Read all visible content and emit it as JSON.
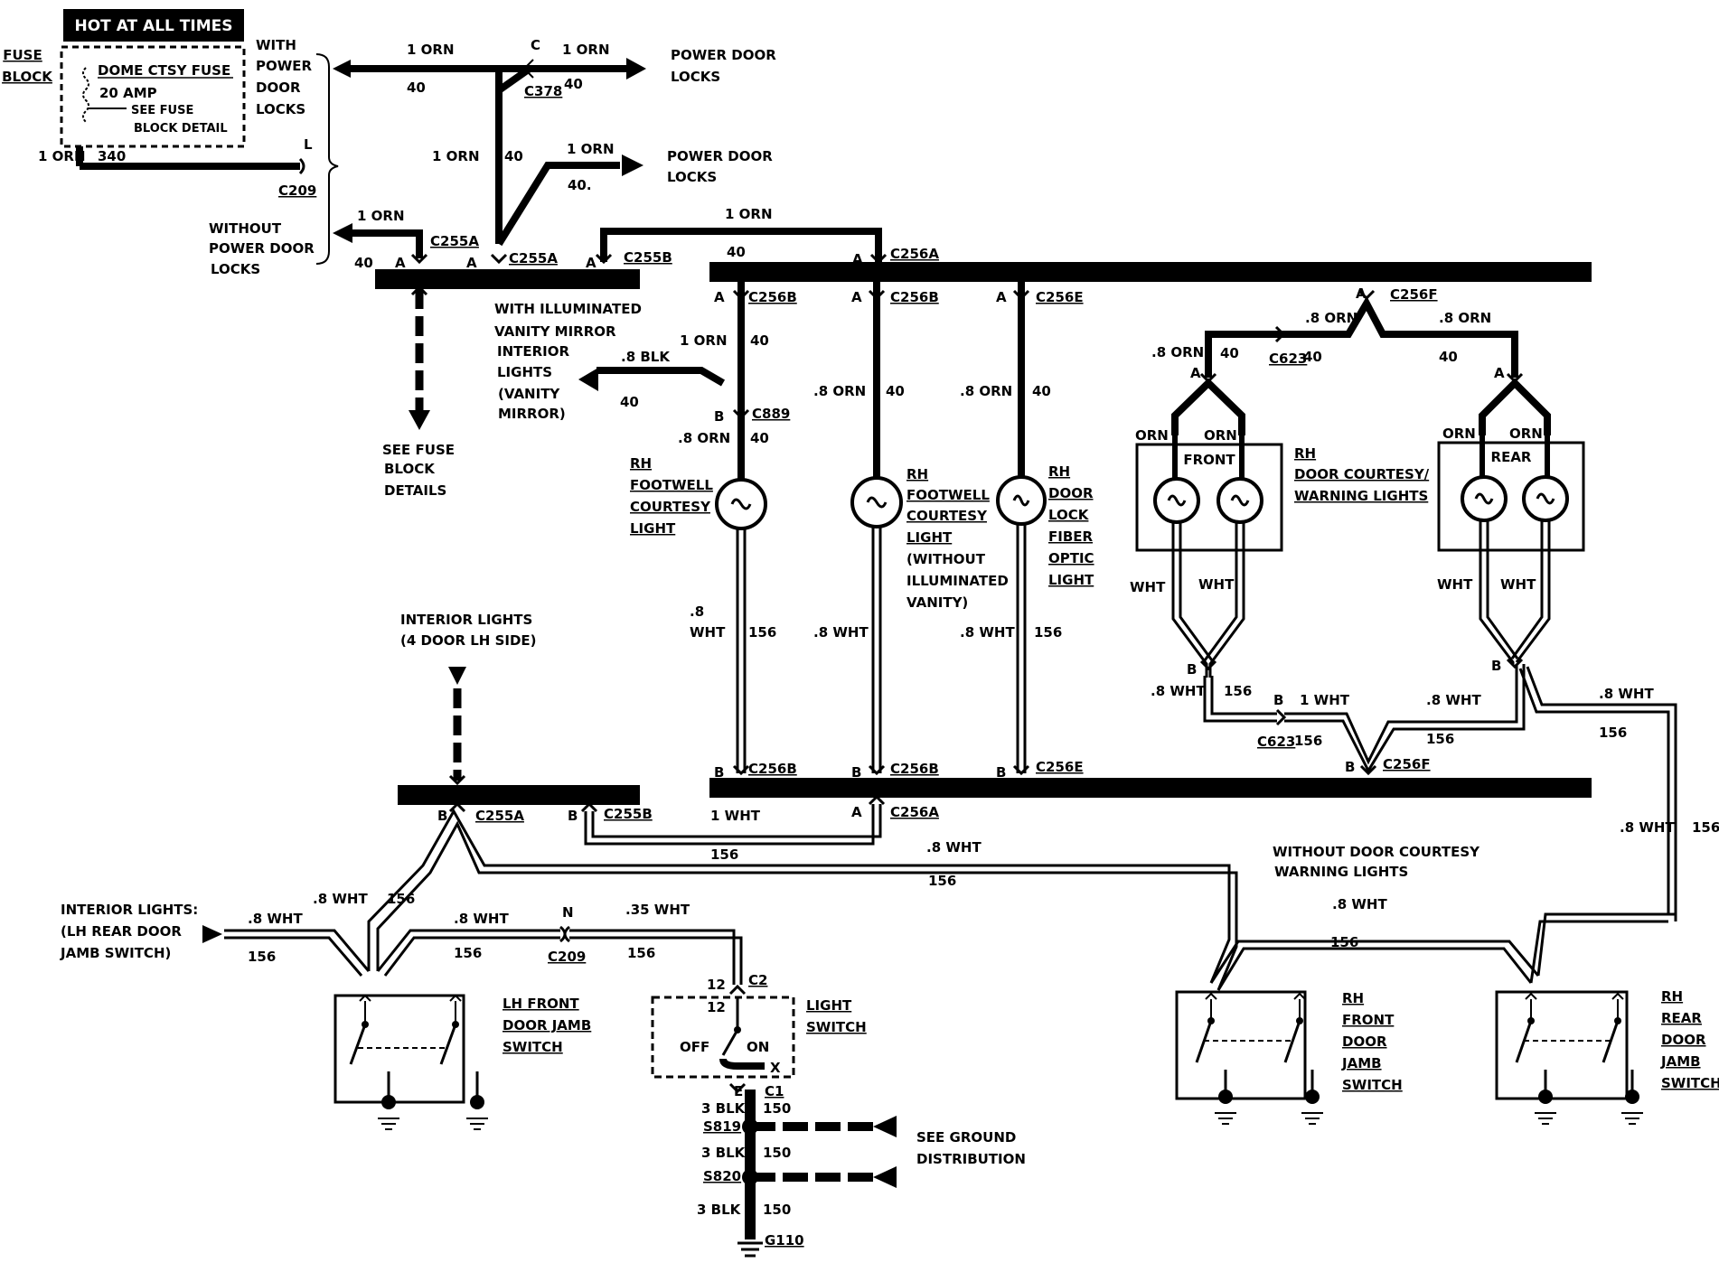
{
  "header": {
    "hot": "HOT AT ALL TIMES"
  },
  "fuse": {
    "fuse_l1": "FUSE",
    "fuse_l2": "BLOCK",
    "name": "DOME CTSY FUSE",
    "amp": "20 AMP",
    "see1": "SEE FUSE",
    "see2": "BLOCK DETAIL",
    "wire": "1 ORN",
    "circuit": "340",
    "with1": "WITH",
    "with2": "POWER",
    "with3": "DOOR",
    "with4": "LOCKS",
    "without1": "WITHOUT",
    "without2": "POWER DOOR",
    "without3": "LOCKS",
    "l": "L",
    "c209": "C209"
  },
  "top": {
    "w1": "1 ORN",
    "n1": "40",
    "c": "C",
    "c378": "C378",
    "w2": "1 ORN",
    "n2": "40",
    "pdl1a": "POWER DOOR",
    "pdl1b": "LOCKS",
    "w3": "1 ORN",
    "n3": "40",
    "w4": "1 ORN",
    "n4": "40.",
    "pdl2a": "POWER DOOR",
    "pdl2b": "LOCKS",
    "w5": "1 ORN",
    "n5": "40",
    "w6": "1 ORN",
    "n6": "40",
    "c255a": "C255A",
    "c255b": "C255B",
    "c256a": "C256A",
    "a": "A"
  },
  "vanity": {
    "l1": "WITH ILLUMINATED",
    "l2": "VANITY MIRROR",
    "l3": "INTERIOR",
    "l4": "LIGHTS",
    "l5": "(VANITY",
    "l6": "MIRROR)",
    "w": ".8 BLK",
    "n": "40",
    "seefuse1": "SEE FUSE",
    "seefuse2": "BLOCK",
    "seefuse3": "DETAILS"
  },
  "lights": {
    "c256b": "C256B",
    "c256e": "C256E",
    "c256f": "C256F",
    "c889": "C889",
    "c623": "C623",
    "w_1orn": "1 ORN",
    "w_8orn": ".8 ORN",
    "w_8wht": ".8 WHT",
    "w_8": ".8",
    "w_wht": "WHT",
    "w_1wht": "1 WHT",
    "n40": "40",
    "n156": "156",
    "b": "B",
    "fw1": [
      "RH",
      "FOOTWELL",
      "COURTESY",
      "LIGHT"
    ],
    "fw2": [
      "RH",
      "FOOTWELL",
      "COURTESY",
      "LIGHT",
      "(WITHOUT",
      "ILLUMINATED",
      "VANITY)"
    ],
    "dl": [
      "RH",
      "DOOR",
      "LOCK",
      "FIBER",
      "OPTIC",
      "LIGHT"
    ],
    "orn": "ORN",
    "front": "FRONT",
    "rear": "REAR",
    "dc1": "RH",
    "dc2": "DOOR COURTESY/",
    "dc3": "WARNING LIGHTS"
  },
  "bottom": {
    "int1": "INTERIOR LIGHTS",
    "int2": "(4 DOOR LH SIDE)",
    "c255a": "C255A",
    "c255b": "C255B",
    "c256a": "C256A",
    "w_1wht": "1 WHT",
    "w_8wht": ".8 WHT",
    "w_35wht": ".35 WHT",
    "n156": "156",
    "rd1": "INTERIOR LIGHTS:",
    "rd2": "(LH REAR DOOR",
    "rd3": "JAMB SWITCH)",
    "n": "N",
    "c209": "C209",
    "b": "B",
    "a": "A",
    "wdc1": "WITHOUT DOOR COURTESY",
    "wdc2": "WARNING LIGHTS",
    "lhf": [
      "LH FRONT",
      "DOOR JAMB",
      "SWITCH"
    ],
    "ls": [
      "LIGHT",
      "SWITCH"
    ],
    "n12": "12",
    "c2": "C2",
    "off": "OFF",
    "on": "ON",
    "x": "X",
    "e": "E",
    "c1": "C1",
    "rhf": [
      "RH",
      "FRONT",
      "DOOR",
      "JAMB",
      "SWITCH"
    ],
    "rhr": [
      "RH",
      "REAR",
      "DOOR",
      "JAMB",
      "SWITCH"
    ]
  },
  "ground": {
    "w": "3 BLK",
    "n": "150",
    "s819": "S819",
    "s820": "S820",
    "g110": "G110",
    "see1": "SEE GROUND",
    "see2": "DISTRIBUTION"
  }
}
